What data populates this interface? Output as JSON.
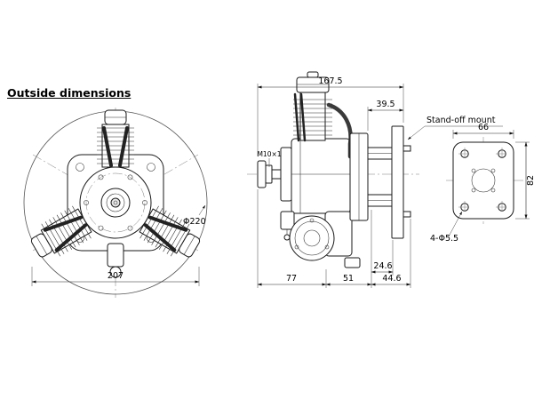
{
  "title": "Outside dimensions",
  "front_view": {
    "diameter_label": "Φ220",
    "width_dim": "207"
  },
  "side_view": {
    "overall_length_dim": "167.5",
    "rear_section_dim": "39.5",
    "shaft_thread_label": "M10×1",
    "front_section_dim": "77",
    "mid_section_dim": "51",
    "standoff_dim": "24.6",
    "rear_overhang_dim": "44.6"
  },
  "mount_view": {
    "label": "Stand-off mount",
    "width_dim": "66",
    "height_dim": "82",
    "holes_label": "4-Φ5.5"
  }
}
